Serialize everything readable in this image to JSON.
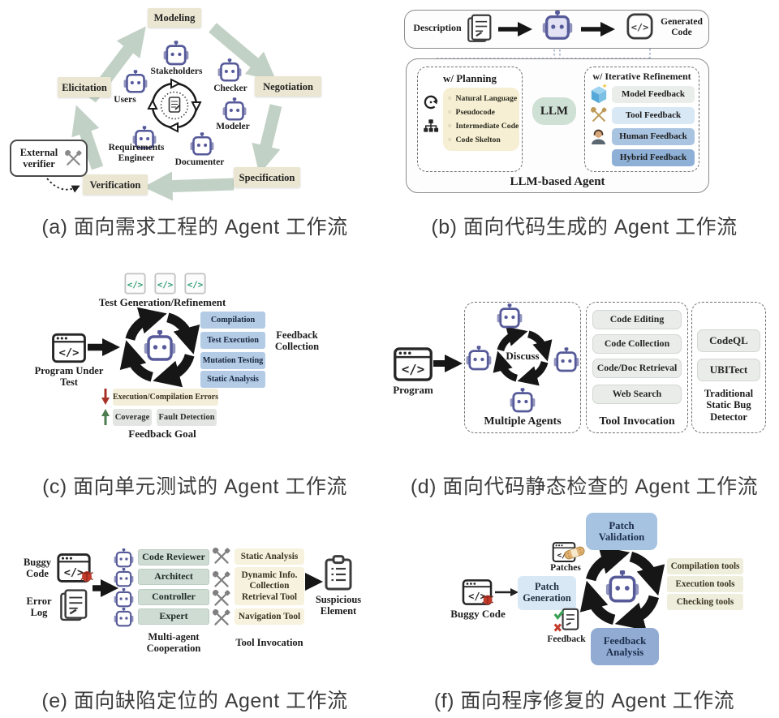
{
  "colors": {
    "robot": "#565a99",
    "sage_arrow": "#c2d1c5",
    "beige_box": "#eae6d1",
    "yellow_box": "#f6efd3",
    "llm_pill": "#cfe0d4",
    "blue_box": "#b3cbe5",
    "tan_box": "#f3eed9",
    "gray_box": "#e2e5e2",
    "green_box": "#cedcd3",
    "light_blue": "#d8e8f5",
    "mid_blue": "#a6c3e1",
    "dark_blue": "#92abd3"
  },
  "panel_a": {
    "caption": "(a) 面向需求工程的 Agent 工作流",
    "stages": {
      "modeling": "Modeling",
      "negotiation": "Negotiation",
      "specification": "Specification",
      "verification": "Verification",
      "elicitation": "Elicitation"
    },
    "roles": {
      "stakeholders": "Stakeholders",
      "users": "Users",
      "checker": "Checker",
      "modeler": "Modeler",
      "documenter": "Documenter",
      "requirements_engineer": "Requirements Engineer"
    },
    "external_verifier": "External verifier"
  },
  "panel_b": {
    "caption": "(b) 面向代码生成的 Agent 工作流",
    "description": "Description",
    "generated_code": "Generated Code",
    "planning": {
      "title": "w/ Planning",
      "items": [
        "Natural Language",
        "Pseudocode",
        "Intermediate Code",
        "Code Skelton"
      ]
    },
    "llm": "LLM",
    "refinement": {
      "title": "w/ Iterative Refinement",
      "items": [
        "Model Feedback",
        "Tool Feedback",
        "Human Feedback",
        "Hybrid Feedback"
      ]
    },
    "agent_label": "LLM-based Agent"
  },
  "panel_c": {
    "caption": "(c) 面向单元测试的 Agent 工作流",
    "test_gen": "Test Generation/Refinement",
    "program": "Program Under Test",
    "feedback_items": [
      "Compilation",
      "Test Execution",
      "Mutation Testing",
      "Static Analysis"
    ],
    "feedback_collection": "Feedback Collection",
    "errors": "Execution/Compilation Errors",
    "coverage": "Coverage",
    "fault_detection": "Fault Detection",
    "feedback_goal": "Feedback Goal"
  },
  "panel_d": {
    "caption": "(d) 面向代码静态检查的 Agent 工作流",
    "program": "Program",
    "discuss": "Discuss",
    "multiple_agents": "Multiple Agents",
    "tools": [
      "Code Editing",
      "Code Collection",
      "Code/Doc Retrieval",
      "Web Search"
    ],
    "tool_invocation": "Tool Invocation",
    "detectors": [
      "CodeQL",
      "UBITect"
    ],
    "detector_label": "Traditional Static Bug Detector"
  },
  "panel_e": {
    "caption": "(e) 面向缺陷定位的 Agent 工作流",
    "buggy_code": "Buggy Code",
    "error_log": "Error Log",
    "agents": [
      "Code Reviewer",
      "Architect",
      "Controller",
      "Expert"
    ],
    "cooperation": "Multi-agent Cooperation",
    "tools": [
      "Static Analysis",
      "Dynamic Info. Collection",
      "Retrieval Tool",
      "Navigation Tool"
    ],
    "tool_invocation": "Tool Invocation",
    "suspicious": "Suspicious Element"
  },
  "panel_f": {
    "caption": "(f) 面向程序修复的 Agent 工作流",
    "buggy_code": "Buggy Code",
    "patch_generation": "Patch Generation",
    "patches": "Patches",
    "patch_validation": "Patch Validation",
    "tools": [
      "Compilation tools",
      "Execution tools",
      "Checking tools"
    ],
    "feedback": "Feedback",
    "feedback_analysis": "Feedback Analysis"
  }
}
